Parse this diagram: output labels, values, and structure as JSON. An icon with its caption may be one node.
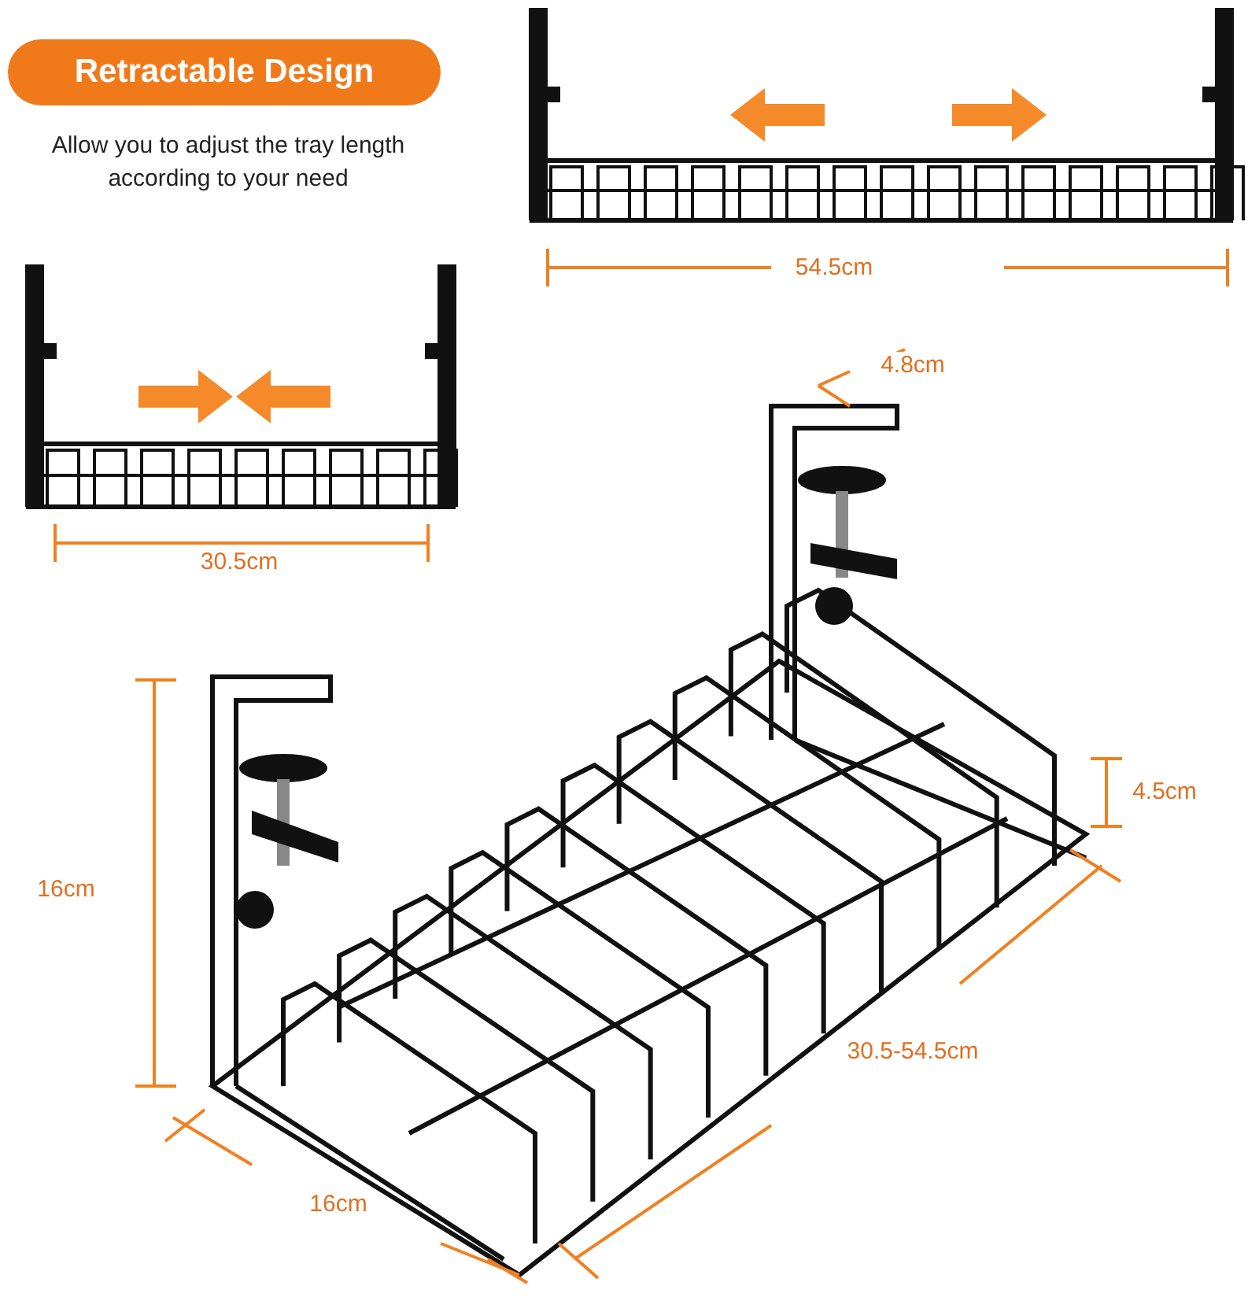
{
  "diagram": {
    "nodes": [
      {
        "text": [
          "Retractable Design"
        ]
      }
    ],
    "labels": [
      "Allow you to adjust the tray length according to your need",
      "54.5cm",
      "4.8cm",
      "30.5cm",
      "4.5cm",
      "16cm",
      "30.5-54.5cm",
      "16cm"
    ]
  }
}
